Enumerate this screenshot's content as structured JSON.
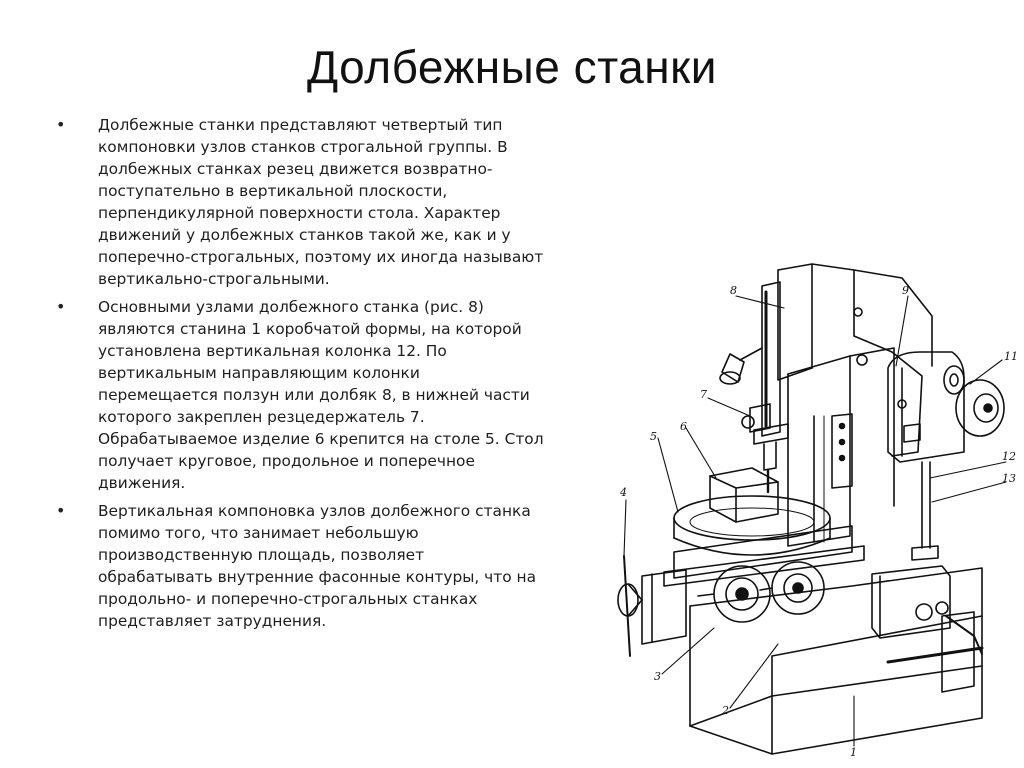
{
  "slide": {
    "title": "Долбежные станки",
    "bullet_symbol": "•",
    "bullets": [
      {
        "text": "Долбежные станки представляют четвертый тип\nкомпоновки узлов станков строгальной группы. В\nдолбежных станках резец движется возвратно-\nпоступательно в вертикальной плоскости,\nперпендикулярной поверхности стола. Характер\nдвижений у долбежных станков такой же, как и у\nпоперечно-строгальных, поэтому их иногда называют\nвертикально-строгальными."
      },
      {
        "text": "Основными узлами долбежного станка (рис. 8)\nявляются станина 1 коробчатой формы, на которой\nустановлена вертикальная колонка 12. По\nвертикальным направляющим колонки\nперемещается ползун или долбяк 8, в нижней части\nкоторого закреплен резцедержатель 7.\nОбрабатываемое изделие 6 крепится на столе 5. Стол\nполучает круговое, продольное и поперечное\nдвижения."
      },
      {
        "text": " Вертикальная компоновка узлов долбежного станка\nпомимо того, что занимает небольшую\nпроизводственную площадь, позволяет\nобрабатывать внутренние фасонные контуры, что на\nпродольно- и поперечно-строгальных станках\nпредставляет затруднения."
      }
    ]
  },
  "figure": {
    "callouts": [
      "8",
      "9",
      "11",
      "7",
      "6",
      "5",
      "4",
      "12",
      "13",
      "3",
      "2",
      "1"
    ]
  }
}
